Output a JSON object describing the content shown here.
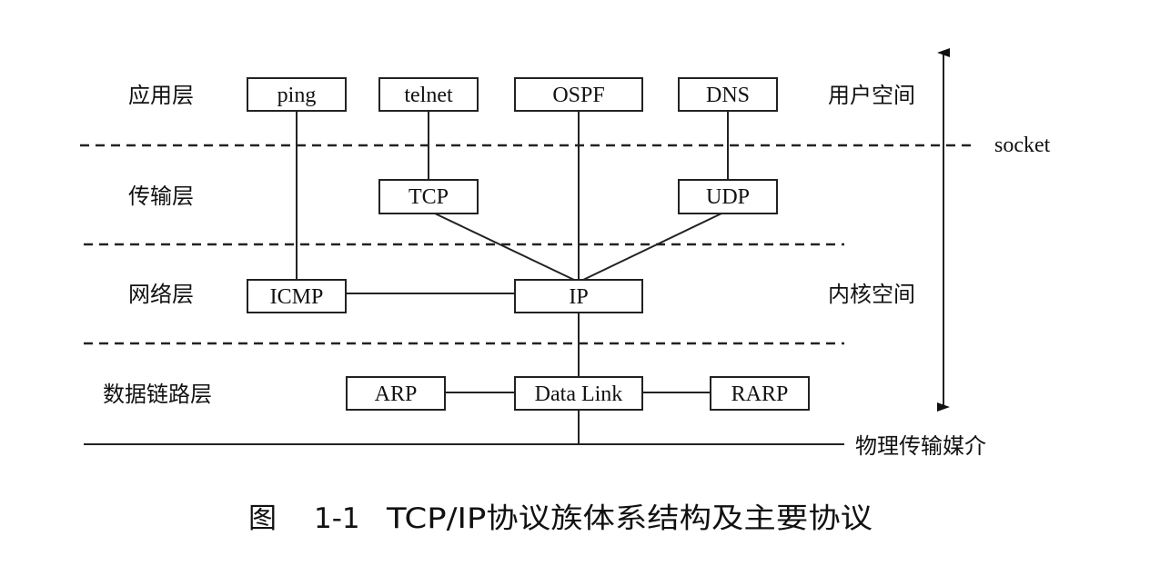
{
  "layers": {
    "application": "应用层",
    "transport": "传输层",
    "network": "网络层",
    "datalink": "数据链路层"
  },
  "side_labels": {
    "user_space": "用户空间",
    "kernel_space": "内核空间",
    "socket": "socket",
    "physical_medium": "物理传输媒介"
  },
  "protocols": {
    "ping": "ping",
    "telnet": "telnet",
    "ospf": "OSPF",
    "dns": "DNS",
    "tcp": "TCP",
    "udp": "UDP",
    "icmp": "ICMP",
    "ip": "IP",
    "arp": "ARP",
    "datalink": "Data Link",
    "rarp": "RARP"
  },
  "caption": {
    "figure": "图",
    "number": "1-1",
    "title": "TCP/IP协议族体系结构及主要协议"
  }
}
